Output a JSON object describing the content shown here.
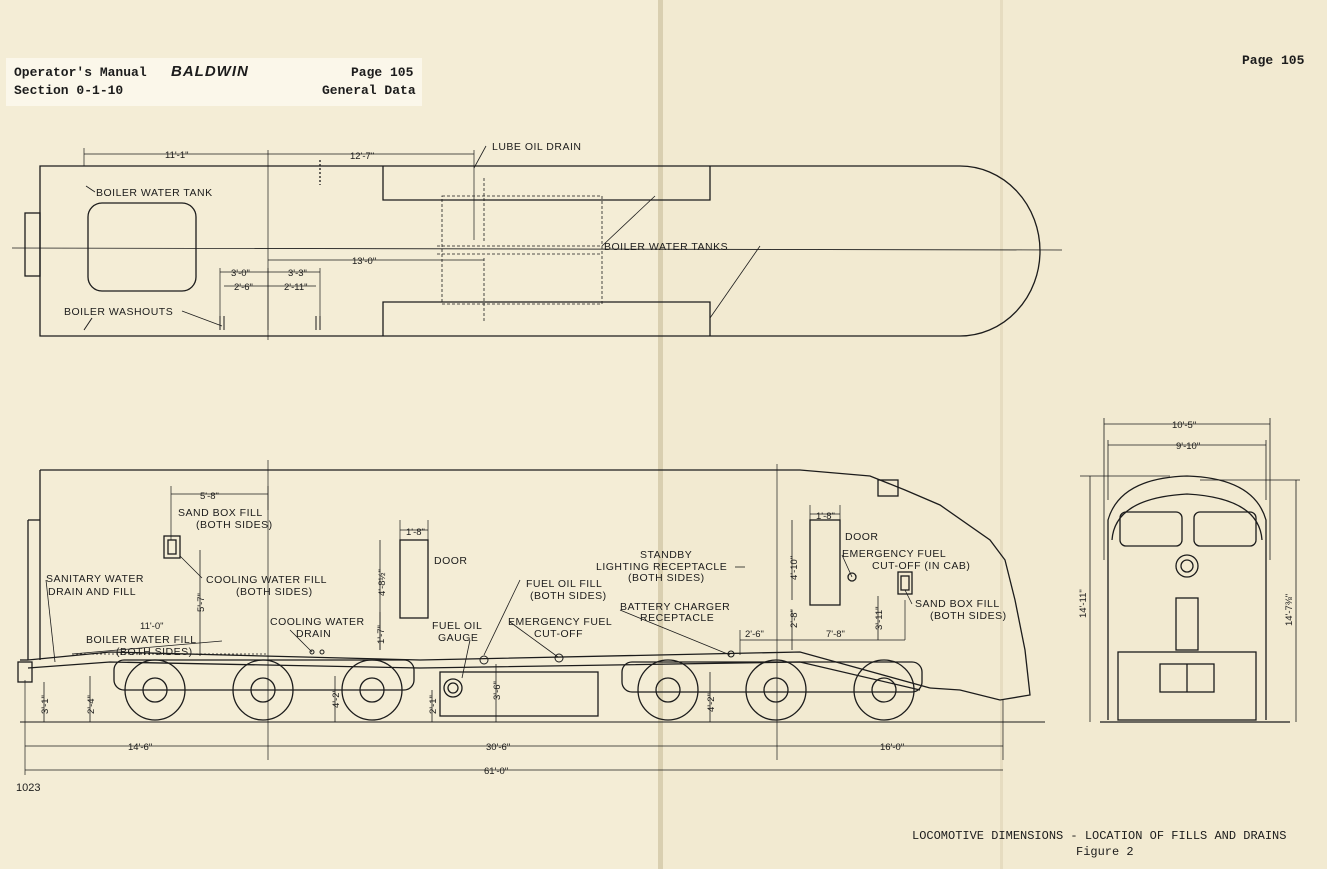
{
  "header": {
    "manual": "Operator's Manual",
    "brand": "BALDWIN",
    "page": "Page 105",
    "section": "Section 0-1-10",
    "subject": "General Data"
  },
  "right_page_number": "Page 105",
  "caption": {
    "title": "LOCOMOTIVE DIMENSIONS - LOCATION OF FILLS AND DRAINS",
    "figure": "Figure 2"
  },
  "drawing_number": "1023",
  "top_view": {
    "labels": {
      "lube_oil_drain": "LUBE OIL DRAIN",
      "boiler_water_tank": "BOILER WATER TANK",
      "boiler_water_tanks": "BOILER WATER TANKS",
      "boiler_washouts": "BOILER WASHOUTS"
    },
    "dims": {
      "d11_1": "11'-1\"",
      "d12_7": "12'-7\"",
      "d13_0": "13'-0\"",
      "d3_0": "3'-0\"",
      "d3_3": "3'-3\"",
      "d2_6": "2'-6\"",
      "d2_11": "2'-11\""
    }
  },
  "side_view": {
    "labels": {
      "sand_box_fill_1": "SAND BOX FILL",
      "sand_box_fill_1b": "(BOTH SIDES)",
      "door_1": "DOOR",
      "standby_1": "STANDBY",
      "standby_2": "LIGHTING RECEPTACLE",
      "standby_3": "(BOTH SIDES)",
      "door_2": "DOOR",
      "emerg_fuel_cab_1": "EMERGENCY FUEL",
      "emerg_fuel_cab_2": "CUT-OFF (IN CAB)",
      "sanitary_1": "SANITARY WATER",
      "sanitary_2": "DRAIN AND FILL",
      "cooling_fill_1": "COOLING WATER FILL",
      "cooling_fill_2": "(BOTH SIDES)",
      "fuel_oil_fill_1": "FUEL OIL FILL",
      "fuel_oil_fill_2": "(BOTH SIDES)",
      "battery_1": "BATTERY CHARGER",
      "battery_2": "RECEPTACLE",
      "sand_box_fill_2": "SAND BOX FILL",
      "sand_box_fill_2b": "(BOTH SIDES)",
      "cooling_drain_1": "COOLING WATER",
      "cooling_drain_2": "DRAIN",
      "fuel_gauge_1": "FUEL OIL",
      "fuel_gauge_2": "GAUGE",
      "emerg_fuel_1": "EMERGENCY FUEL",
      "emerg_fuel_2": "CUT-OFF",
      "boiler_fill_1": "BOILER WATER FILL",
      "boiler_fill_2": "(BOTH SIDES)"
    },
    "dims": {
      "d5_8": "5'-8\"",
      "d1_8a": "1'-8\"",
      "d1_8b": "1'-8\"",
      "d4_8h": "4'-8½\"",
      "d4_10": "4'-10\"",
      "d5_7": "5'-7\"",
      "d1_7": "1'-7\"",
      "d11_0": "11'-0\"",
      "d2_8": "2'-8\"",
      "d3_11": "3'-11\"",
      "d2_6": "2'-6\"",
      "d7_8": "7'-8\"",
      "d3_6": "3'-6\"",
      "d3_1": "3'-1\"",
      "d2_4": "2'-4\"",
      "d4_2a": "4'-2\"",
      "d2_1": "2'-1\"",
      "d4_2b": "4'-2\"",
      "d14_6": "14'-6\"",
      "d30_6": "30'-6\"",
      "d16_0": "16'-0\"",
      "d61_0": "61'-0\""
    }
  },
  "end_view": {
    "dims": {
      "d10_5": "10'-5\"",
      "d9_10": "9'-10\"",
      "d14_11": "14'-11\"",
      "d14_7": "14'-7⅜\""
    }
  }
}
